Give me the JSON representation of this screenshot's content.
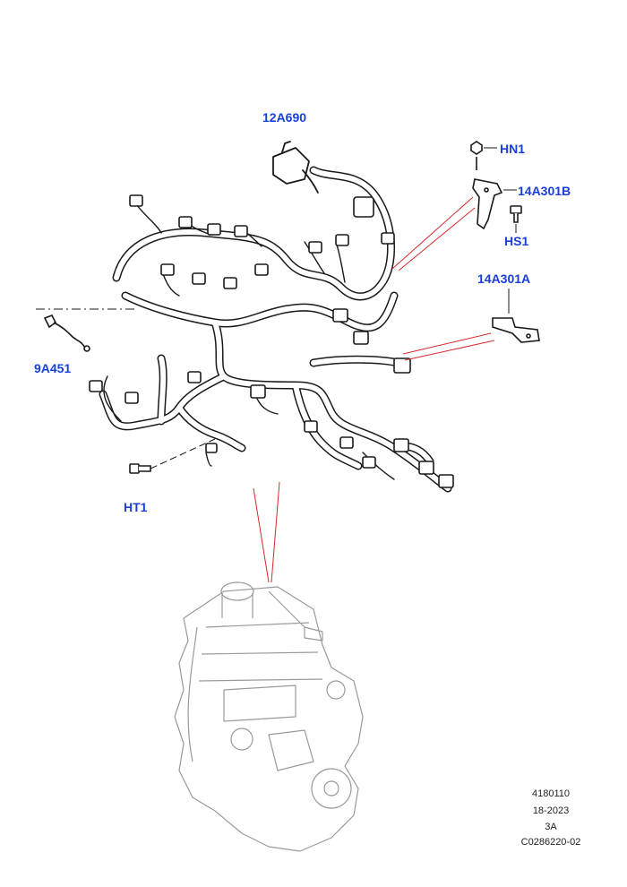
{
  "callouts": {
    "c12A690": "12A690",
    "cHN1": "HN1",
    "c14A301B": "14A301B",
    "cHS1": "HS1",
    "c14A301A": "14A301A",
    "c9A451": "9A451",
    "cHT1": "HT1"
  },
  "meta": {
    "line1": "4180110",
    "line2": "18-2023",
    "line3": "3A",
    "line4": "C0286220-02"
  },
  "colors": {
    "callout": "#1a3fd6",
    "leader": "#d62a2a",
    "stroke": "#1a1a1a",
    "engine_stroke": "#9a9a9a"
  }
}
